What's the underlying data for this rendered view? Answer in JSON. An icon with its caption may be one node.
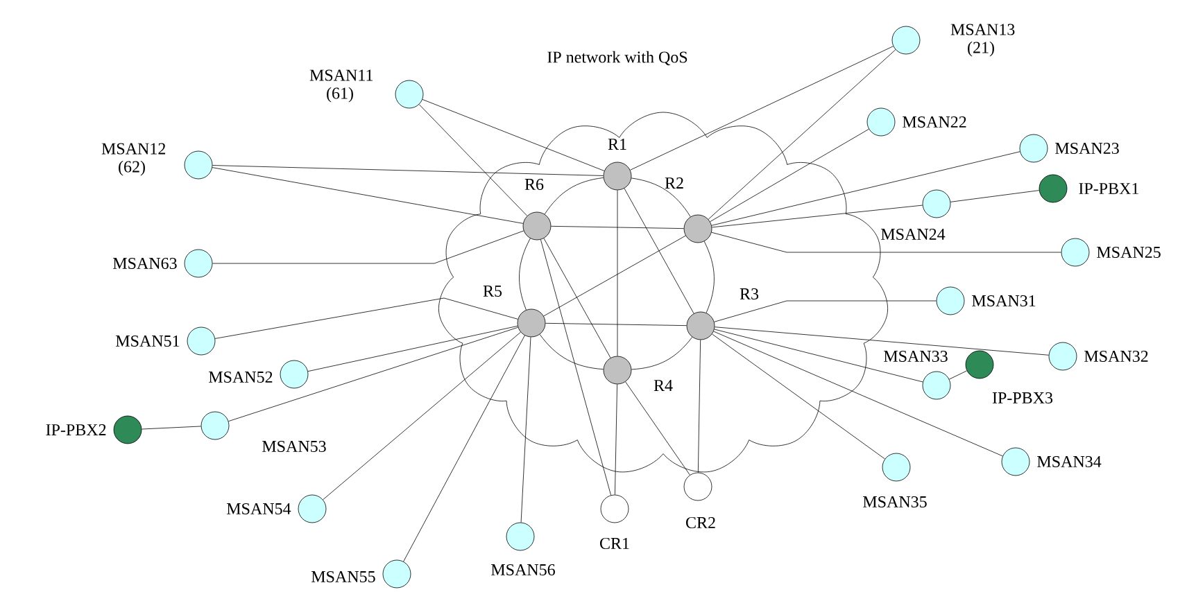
{
  "diagram": {
    "title": "IP network with QoS",
    "nodes": [
      {
        "text": [
          "MSAN13 (21)"
        ]
      },
      {
        "text": [
          "MSAN11 (61)"
        ]
      },
      {
        "text": [
          "MSAN22"
        ]
      },
      {
        "text": [
          "MSAN23"
        ]
      },
      {
        "text": [
          "MSAN12 (62)"
        ]
      },
      {
        "text": [
          "R1"
        ]
      },
      {
        "text": [
          "IP-PBX1"
        ]
      },
      {
        "text": [
          "MSAN24"
        ]
      },
      {
        "text": [
          "R6"
        ]
      },
      {
        "text": [
          "R2"
        ]
      },
      {
        "text": [
          "MSAN25"
        ]
      },
      {
        "text": [
          "MSAN63"
        ]
      },
      {
        "text": [
          "MSAN31"
        ]
      },
      {
        "text": [
          "R5"
        ]
      },
      {
        "text": [
          "R3"
        ]
      },
      {
        "text": [
          "MSAN51"
        ]
      },
      {
        "text": [
          "MSAN32"
        ]
      },
      {
        "text": [
          "IP-PBX3"
        ]
      },
      {
        "text": [
          "R4"
        ]
      },
      {
        "text": [
          "MSAN52"
        ]
      },
      {
        "text": [
          "MSAN33"
        ]
      },
      {
        "text": [
          "IP-PBX2"
        ]
      },
      {
        "text": [
          "MSAN53"
        ]
      },
      {
        "text": [
          "MSAN34"
        ]
      },
      {
        "text": [
          "MSAN35"
        ]
      },
      {
        "text": [
          "CR2"
        ]
      },
      {
        "text": [
          "CR1"
        ]
      },
      {
        "text": [
          "MSAN54"
        ]
      },
      {
        "text": [
          "MSAN56"
        ]
      },
      {
        "text": [
          "MSAN55"
        ]
      }
    ],
    "edges": [
      {
        "from": 5,
        "to": 9,
        "arrow": "none"
      },
      {
        "from": 9,
        "to": 14,
        "arrow": "none"
      },
      {
        "from": 14,
        "to": 18,
        "arrow": "none"
      },
      {
        "from": 18,
        "to": 13,
        "arrow": "none"
      },
      {
        "from": 13,
        "to": 8,
        "arrow": "none"
      },
      {
        "from": 8,
        "to": 5,
        "arrow": "none"
      },
      {
        "from": 5,
        "to": 18,
        "arrow": "none"
      },
      {
        "from": 18,
        "to": 26,
        "arrow": "none"
      },
      {
        "from": 5,
        "to": 14,
        "arrow": "none"
      },
      {
        "from": 8,
        "to": 9,
        "arrow": "none"
      },
      {
        "from": 8,
        "to": 18,
        "arrow": "none"
      },
      {
        "from": 8,
        "to": 26,
        "arrow": "none"
      },
      {
        "from": 13,
        "to": 9,
        "arrow": "none"
      },
      {
        "from": 13,
        "to": 14,
        "arrow": "none"
      },
      {
        "from": 14,
        "to": 25,
        "arrow": "none"
      },
      {
        "from": 18,
        "to": 25,
        "arrow": "none"
      },
      {
        "from": 1,
        "to": 5,
        "arrow": "none"
      },
      {
        "from": 1,
        "to": 8,
        "arrow": "none"
      },
      {
        "from": 4,
        "to": 5,
        "arrow": "none"
      },
      {
        "from": 4,
        "to": 8,
        "arrow": "none"
      },
      {
        "from": 11,
        "to": 8,
        "arrow": "none"
      },
      {
        "from": 0,
        "to": 5,
        "arrow": "none"
      },
      {
        "from": 0,
        "to": 9,
        "arrow": "none"
      },
      {
        "from": 2,
        "to": 9,
        "arrow": "none"
      },
      {
        "from": 3,
        "to": 9,
        "arrow": "none"
      },
      {
        "from": 7,
        "to": 9,
        "arrow": "none"
      },
      {
        "from": 10,
        "to": 9,
        "arrow": "none"
      },
      {
        "from": 6,
        "to": 7,
        "arrow": "none"
      },
      {
        "from": 12,
        "to": 14,
        "arrow": "none"
      },
      {
        "from": 16,
        "to": 14,
        "arrow": "none"
      },
      {
        "from": 20,
        "to": 14,
        "arrow": "none"
      },
      {
        "from": 17,
        "to": 20,
        "arrow": "none"
      },
      {
        "from": 23,
        "to": 14,
        "arrow": "none"
      },
      {
        "from": 24,
        "to": 14,
        "arrow": "none"
      },
      {
        "from": 15,
        "to": 13,
        "arrow": "none"
      },
      {
        "from": 19,
        "to": 13,
        "arrow": "none"
      },
      {
        "from": 22,
        "to": 13,
        "arrow": "none"
      },
      {
        "from": 21,
        "to": 22,
        "arrow": "none"
      },
      {
        "from": 27,
        "to": 13,
        "arrow": "none"
      },
      {
        "from": 29,
        "to": 13,
        "arrow": "none"
      },
      {
        "from": 28,
        "to": 13,
        "arrow": "none"
      }
    ]
  }
}
